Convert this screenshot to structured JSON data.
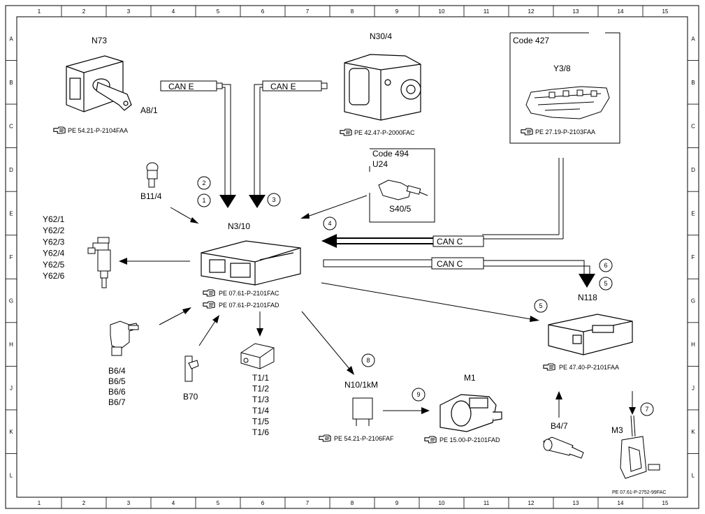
{
  "grid": {
    "columns": [
      "1",
      "2",
      "3",
      "4",
      "5",
      "6",
      "7",
      "8",
      "9",
      "10",
      "11",
      "12",
      "13",
      "14",
      "15"
    ],
    "rows": [
      "A",
      "B",
      "C",
      "D",
      "E",
      "F",
      "G",
      "H",
      "J",
      "K",
      "L"
    ]
  },
  "components": {
    "n73": "N73",
    "a8_1": "A8/1",
    "n30_4": "N30/4",
    "code427": "Code 427",
    "y3_8": "Y3/8",
    "code494": "Code 494",
    "u24": "U24",
    "s40_5": "S40/5",
    "b11_4": "B11/4",
    "n3_10": "N3/10",
    "n118": "N118",
    "y62": [
      "Y62/1",
      "Y62/2",
      "Y62/3",
      "Y62/4",
      "Y62/5",
      "Y62/6"
    ],
    "b6": [
      "B6/4",
      "B6/5",
      "B6/6",
      "B6/7"
    ],
    "b70": "B70",
    "t1": [
      "T1/1",
      "T1/2",
      "T1/3",
      "T1/4",
      "T1/5",
      "T1/6"
    ],
    "n10_1km": "N10/1kM",
    "m1": "M1",
    "b4_7": "B4/7",
    "m3": "M3"
  },
  "bus": {
    "can_e": "CAN E",
    "can_c": "CAN C"
  },
  "refs": {
    "n73": "PE 54.21-P-2104FAA",
    "n30_4": "PE 42.47-P-2000FAC",
    "y3_8": "PE 27.19-P-2103FAA",
    "n3_10_a": "PE 07.61-P-2101FAC",
    "n3_10_b": "PE 07.61-P-2101FAD",
    "n118": "PE 47.40-P-2101FAA",
    "n10": "PE 54.21-P-2106FAF",
    "m1": "PE 15.00-P-2101FAD",
    "footer": "PE 07.61-P-2752-99FAC"
  },
  "callouts": {
    "c1": "1",
    "c2": "2",
    "c3": "3",
    "c4": "4",
    "c5a": "5",
    "c5b": "5",
    "c6": "6",
    "c7": "7",
    "c8": "8",
    "c9": "9"
  },
  "icons": {
    "reference": "pointing-hand-icon"
  }
}
